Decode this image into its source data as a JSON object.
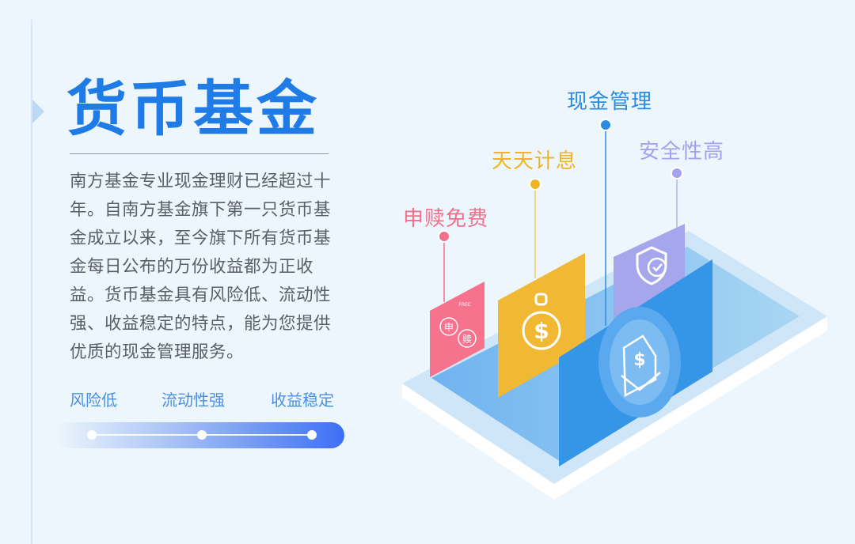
{
  "title": "货币基金",
  "description": "南方基金专业现金理财已经超过十年。自南方基金旗下第一只货币基金成立以来，至今旗下所有货币基金每日公布的万份收益都为正收益。货币基金具有风险低、流动性强、收益稳定的特点，能为您提供优质的现金管理服务。",
  "features": [
    "风险低",
    "流动性强",
    "收益稳定"
  ],
  "illustration": {
    "labels": [
      {
        "text": "现金管理",
        "color": "#2b8ae4"
      },
      {
        "text": "天天计息",
        "color": "#f0b429"
      },
      {
        "text": "安全性高",
        "color": "#a4a2ee"
      },
      {
        "text": "申赎免费",
        "color": "#f2708a"
      }
    ],
    "icon_text": {
      "free": "FREE",
      "shen": "申",
      "shu": "赎"
    }
  }
}
